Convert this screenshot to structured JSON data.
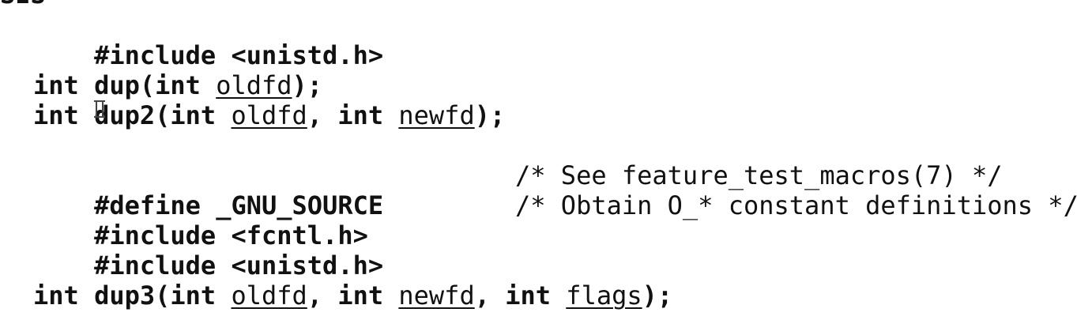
{
  "top_fragment": "SIS",
  "lines": {
    "l1": {
      "a": "#include <unistd.h>"
    },
    "l2": {
      "a": "int dup(int ",
      "arg1": "oldfd",
      "b": ");"
    },
    "l3": {
      "a": "int dup2(int ",
      "arg1": "oldfd",
      "b": ", int ",
      "arg2": "newfd",
      "c": ");"
    },
    "l4": {
      "a": "#define _GNU_SOURCE",
      "comment": "/* See feature_test_macros(7) */"
    },
    "l5": {
      "a": "#include <fcntl.h>",
      "comment": "/* Obtain O_* constant definitions */"
    },
    "l6": {
      "a": "#include <unistd.h>"
    },
    "l7": {
      "a": "int dup3(int ",
      "arg1": "oldfd",
      "b": ", int ",
      "arg2": "newfd",
      "c": ", int ",
      "arg3": "flags",
      "d": ");"
    }
  },
  "colors": {
    "text": "#111111",
    "background": "#ffffff"
  },
  "icons": {
    "cursor": "text-ibeam-cursor-icon"
  }
}
